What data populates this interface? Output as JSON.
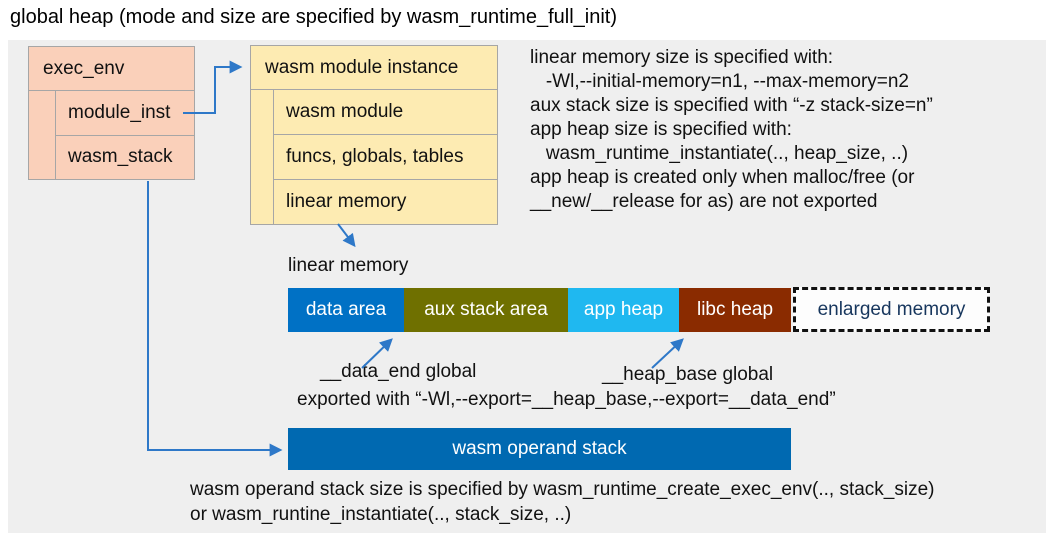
{
  "title": "global heap (mode and size are specified by wasm_runtime_full_init)",
  "exec_env": {
    "header": "exec_env",
    "rows": [
      "module_inst",
      "wasm_stack"
    ]
  },
  "module_instance": {
    "header": "wasm module instance",
    "rows": [
      "wasm module",
      "funcs, globals, tables",
      "linear memory"
    ]
  },
  "notes_right": {
    "lines": [
      "linear memory size is specified with:",
      "   -Wl,--initial-memory=n1, --max-memory=n2",
      "aux stack size is specified with “-z stack-size=n”",
      "app heap size is specified with:",
      "   wasm_runtime_instantiate(.., heap_size, ..)",
      "app heap is created only when malloc/free (or",
      "__new/__release for as) are not exported"
    ]
  },
  "linear_memory": {
    "label": "linear memory",
    "segments": [
      {
        "label": "data area",
        "color": "#0071c5"
      },
      {
        "label": "aux stack area",
        "color": "#6f7000"
      },
      {
        "label": "app heap",
        "color": "#1fb8f0"
      },
      {
        "label": "libc heap",
        "color": "#8a2b00"
      }
    ],
    "enlarged": {
      "label": "enlarged memory",
      "text_color": "#17365d"
    }
  },
  "globals": {
    "data_end": "__data_end global",
    "heap_base": "__heap_base global",
    "exported": "exported with “-Wl,--export=__heap_base,--export=__data_end”"
  },
  "operand_stack": {
    "label": "wasm operand stack",
    "color": "#0069b1",
    "note_line1": "wasm operand stack size is specified by wasm_runtime_create_exec_env(.., stack_size)",
    "note_line2": "or wasm_runtine_instantiate(.., stack_size, ..)"
  },
  "colors": {
    "panel_background": "#efefef",
    "exec_env_fill": "#fad0ba",
    "module_instance_fill": "#fdebb2",
    "box_border": "#a6a6a6",
    "arrow": "#2e78c8"
  }
}
